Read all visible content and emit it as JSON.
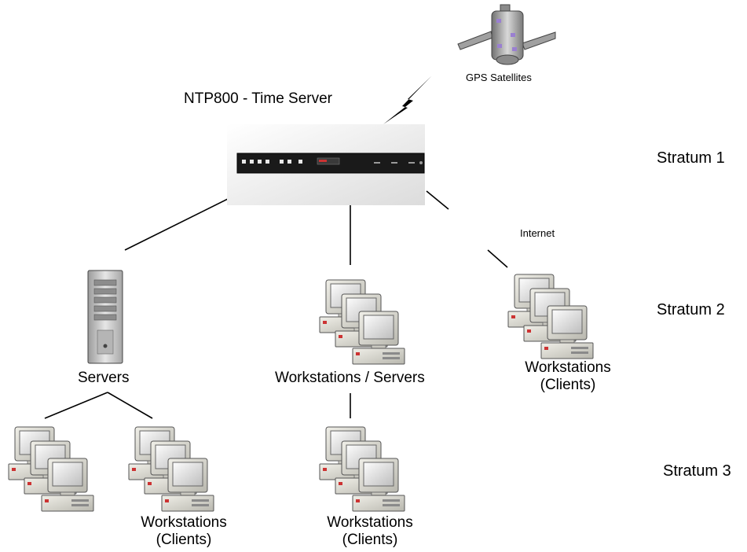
{
  "title": "NTP800 - Time Server",
  "satellite_label": "GPS Satellites",
  "internet_label": "Internet",
  "strata": [
    "Stratum 1",
    "Stratum 2",
    "Stratum 3"
  ],
  "nodes": {
    "servers": "Servers",
    "workstations_servers": "Workstations / Servers",
    "clients_top": "Workstations",
    "clients_bottom": "(Clients)"
  },
  "colors": {
    "line": "#000000",
    "device": "#d9d9d9",
    "indicator": "#cc3333",
    "satellite_accent": "#9a7fd1"
  }
}
